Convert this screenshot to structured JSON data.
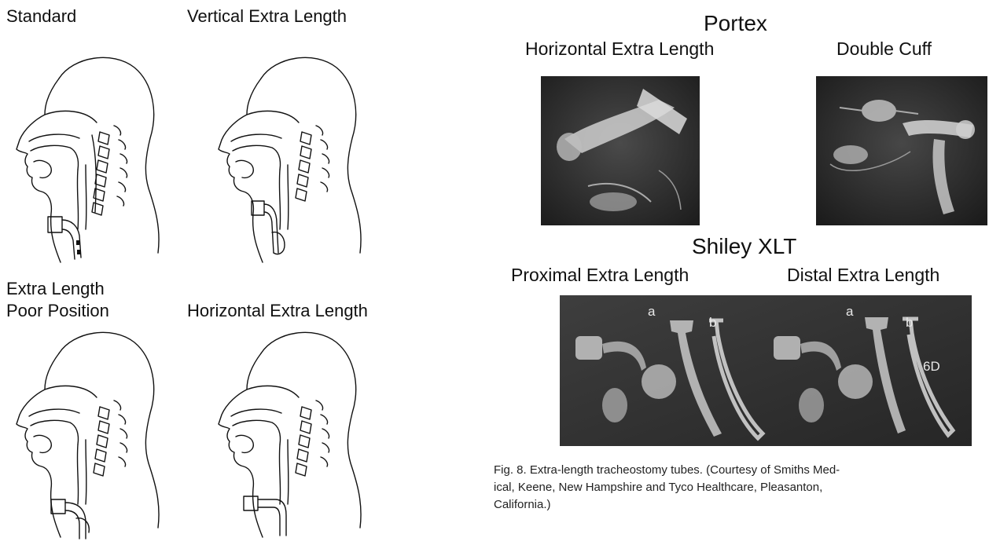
{
  "figure": {
    "left_labels": {
      "standard": "Standard",
      "vertical": "Vertical Extra Length",
      "poor_line1": "Extra Length",
      "poor_line2": "Poor Position",
      "horizontal": "Horizontal Extra Length"
    },
    "portex": {
      "title": "Portex",
      "horizontal": "Horizontal Extra Length",
      "double_cuff": "Double Cuff"
    },
    "shiley": {
      "title": "Shiley XLT",
      "proximal": "Proximal Extra Length",
      "distal": "Distal Extra Length",
      "marks": {
        "a": "a",
        "b": "b",
        "size": "6D"
      }
    },
    "caption": {
      "line1": "Fig. 8. Extra-length tracheostomy tubes. (Courtesy of Smiths Med-",
      "line2": "ical, Keene, New Hampshire and Tyco Healthcare, Pleasanton,",
      "line3": "California.)"
    }
  }
}
